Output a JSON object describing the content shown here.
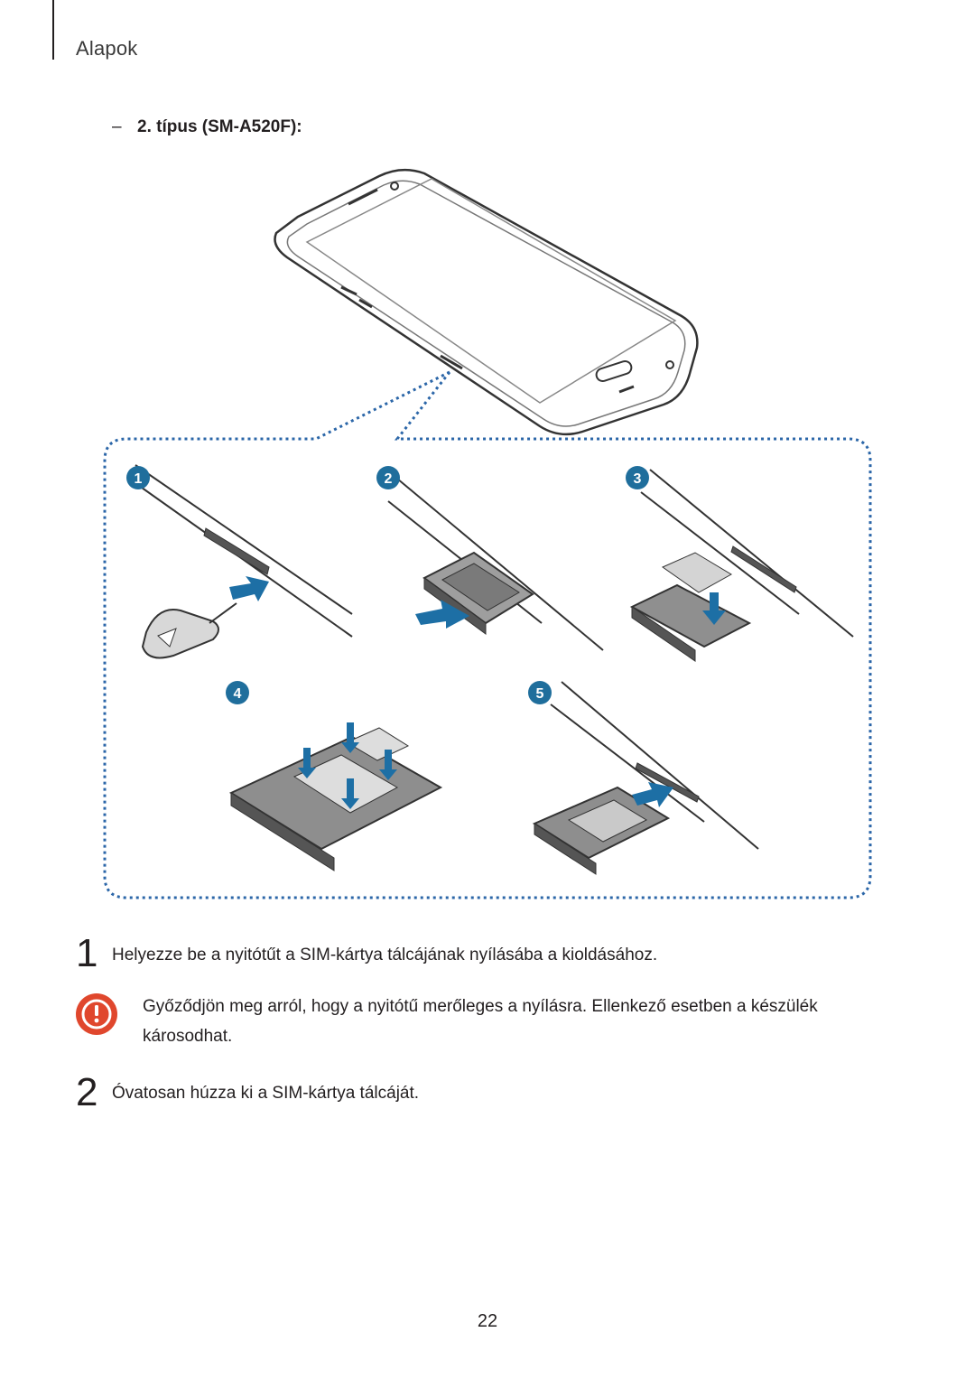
{
  "header": {
    "title": "Alapok"
  },
  "subheading": {
    "prefix": "2. típus (",
    "model": "SM-A520F",
    "suffix": "):"
  },
  "figure": {
    "step_badges": [
      "1",
      "2",
      "3",
      "4",
      "5"
    ],
    "badge_color": "#1f6e9c",
    "arrow_color": "#1d6fa5",
    "outline_color": "#1d6fa5",
    "dotted_border_color": "#2b66a8"
  },
  "steps": [
    {
      "number": "1",
      "text": "Helyezze be a nyitótűt a SIM-kártya tálcájának nyílásába a kioldásához."
    },
    {
      "number": "2",
      "text": "Óvatosan húzza ki a SIM-kártya tálcáját."
    }
  ],
  "warning": {
    "icon": "caution-icon",
    "color": "#e0472d",
    "text": "Győződjön meg arról, hogy a nyitótű merőleges a nyílásra. Ellenkező esetben a készülék károsodhat."
  },
  "footer": {
    "page_number": "22"
  }
}
